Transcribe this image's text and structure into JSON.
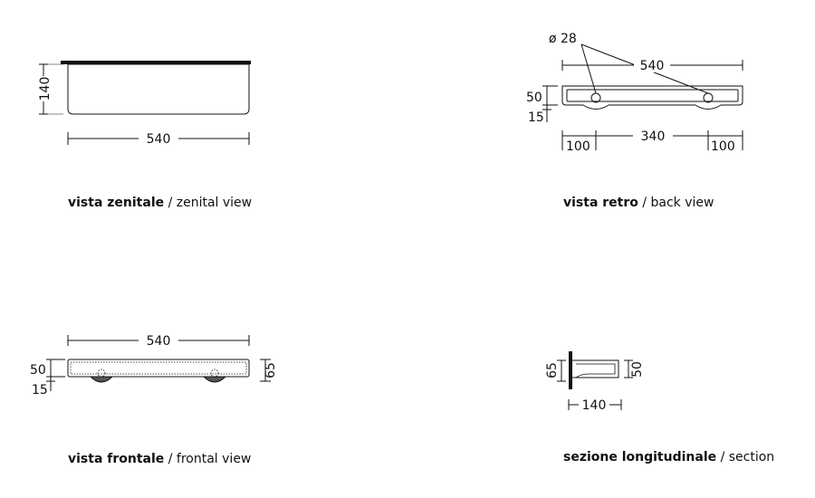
{
  "views": {
    "top": {
      "caption_bold": "vista zenitale",
      "caption_rest": " / zenital view",
      "width": "540",
      "depth": "140"
    },
    "back": {
      "caption_bold": "vista retro",
      "caption_rest": " / back view",
      "diameter": "ø 28",
      "width": "540",
      "height_50": "50",
      "height_15": "15",
      "left_100": "100",
      "mid_340": "340",
      "right_100": "100"
    },
    "front": {
      "caption_bold": "vista frontale",
      "caption_rest": " / frontal view",
      "width": "540",
      "height_50": "50",
      "height_15": "15",
      "height_65": "65"
    },
    "section": {
      "caption_bold": "sezione longitudinale",
      "caption_rest": " / section",
      "height_65": "65",
      "height_50": "50",
      "depth_140": "140"
    }
  }
}
